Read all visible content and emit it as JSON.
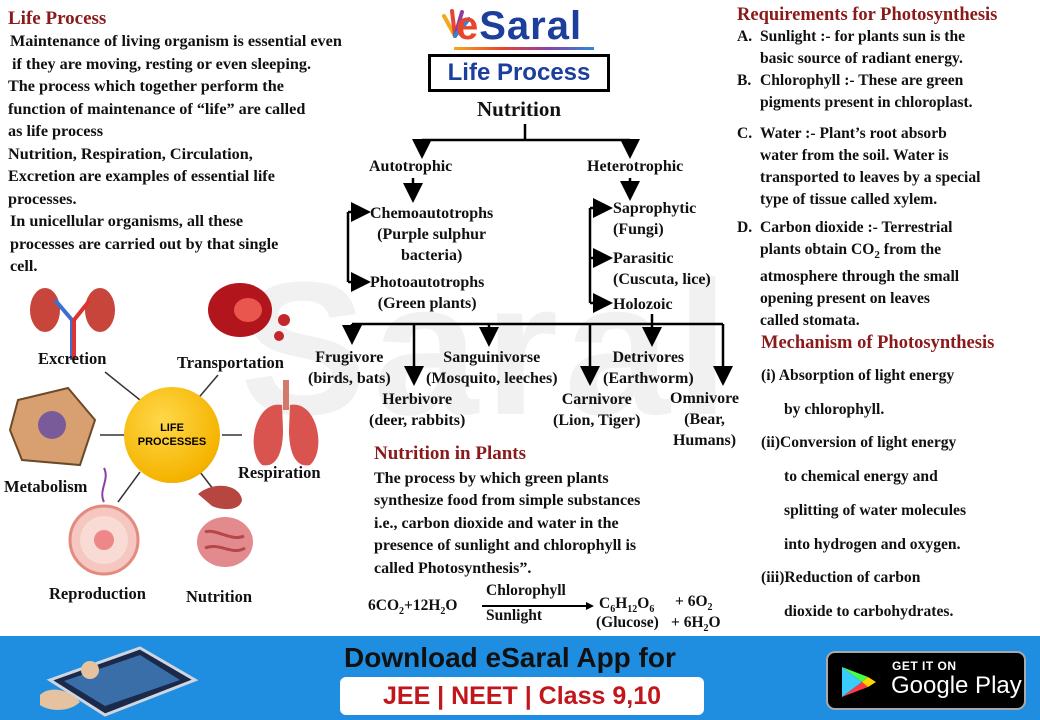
{
  "left": {
    "heading": "Life Process",
    "p1": [
      "Maintenance of living organism is essential even",
      "if they are moving, resting or even sleeping."
    ],
    "p2": [
      "The process which together perform the",
      "function of maintenance of “life” are called",
      "as life process"
    ],
    "p3": [
      "Nutrition, Respiration, Circulation,",
      "Excretion are examples of essential life",
      "processes."
    ],
    "p4": [
      "In unicellular organisms, all these",
      "processes are carried out by that single",
      "cell."
    ]
  },
  "logo": {
    "brand_e": "e",
    "brand_rest": "Saral",
    "title": "Life Process"
  },
  "tree": {
    "root": "Nutrition",
    "autotrophic": "Autotrophic",
    "heterotrophic": "Heterotrophic",
    "chemo": [
      "Chemoautotrophs",
      "(Purple sulphur",
      "bacteria)"
    ],
    "photo": [
      "Photoautotrophs",
      "(Green plants)"
    ],
    "sapro": [
      "Saprophytic",
      "(Fungi)"
    ],
    "para": [
      "Parasitic",
      "(Cuscuta, lice)"
    ],
    "holo": "Holozoic",
    "frug": [
      "Frugivore",
      "(birds, bats)"
    ],
    "herb": [
      "Herbivore",
      "(deer, rabbits)"
    ],
    "sang": [
      "Sanguinivorse",
      "(Mosquito, leeches)"
    ],
    "carn": [
      "Carnivore",
      "(Lion, Tiger)"
    ],
    "detr": [
      "Detrivores",
      "(Earthworm)"
    ],
    "omni": [
      "Omnivore",
      "(Bear,",
      "Humans)"
    ]
  },
  "requirements": {
    "heading": "Requirements for Photosynthesis",
    "items": [
      {
        "label": "A.",
        "lines": [
          "Sunlight :- for plants sun is the",
          "basic source of radiant energy."
        ]
      },
      {
        "label": "B.",
        "lines": [
          "Chlorophyll :- These are green",
          "pigments present in chloroplast."
        ]
      },
      {
        "label": "C.",
        "lines": [
          "Water :- Plant’s root absorb",
          "water from the soil. Water is",
          "transported to leaves by a special",
          "type of tissue called xylem."
        ]
      },
      {
        "label": "D.",
        "lines": [
          "Carbon dioxide :- Terrestrial",
          "plants obtain CO",
          "2",
          " from the",
          "atmosphere through the small",
          "opening present on leaves",
          "called stomata."
        ]
      }
    ]
  },
  "mechanism": {
    "heading": "Mechanism of Photosynthesis",
    "lines": [
      "(i)  Absorption of light energy",
      "by chlorophyll.",
      "(ii)Conversion of light energy",
      "to chemical energy and",
      "splitting of water molecules",
      "into hydrogen and oxygen.",
      "(iii)Reduction of carbon",
      "dioxide to carbohydrates."
    ]
  },
  "plants": {
    "heading": "Nutrition in Plants",
    "lines": [
      "The process by which green plants",
      "synthesize food from simple substances",
      "i.e., carbon dioxide and water in the",
      "presence of sunlight and chlorophyll is",
      "called Photosynthesis”."
    ]
  },
  "equation": {
    "lhs": [
      "6CO",
      "2",
      "+12H",
      "2",
      "O"
    ],
    "above": "Chlorophyll",
    "below": "Sunlight",
    "rhs1": [
      "C",
      "6",
      "H",
      "12",
      "O",
      "6"
    ],
    "rhs2": [
      "+ 6O",
      "2"
    ],
    "glucose": "(Glucose)",
    "rhs3": [
      "+ 6H",
      "2",
      "O"
    ]
  },
  "life_processes": {
    "center": [
      "LIFE",
      "PROCESSES"
    ],
    "excretion": "Excretion",
    "transportation": "Transportation",
    "respiration": "Respiration",
    "metabolism": "Metabolism",
    "reproduction": "Reproduction",
    "nutrition": "Nutrition"
  },
  "footer": {
    "title": "Download eSaral App for",
    "pill": "JEE | NEET | Class 9,10",
    "store_small": "GET IT ON",
    "store_big": "Google Play"
  },
  "watermark": "Saral"
}
